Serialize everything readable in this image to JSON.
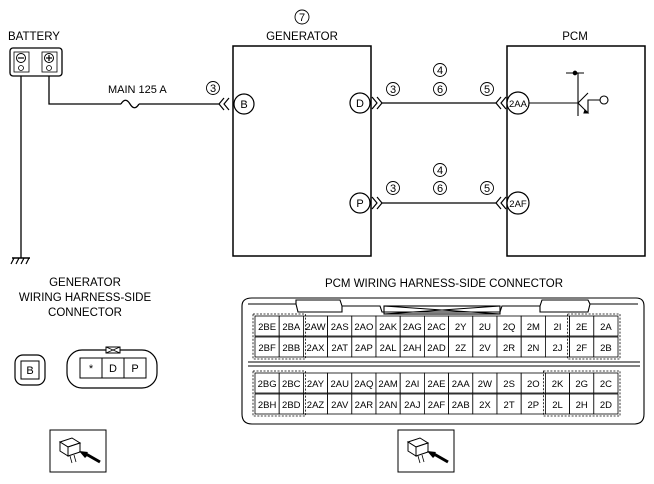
{
  "labels": {
    "battery": "BATTERY",
    "generator": "GENERATOR",
    "generator_num": "7",
    "pcm": "PCM",
    "fuse": "MAIN 125 A",
    "gen_conn_title": [
      "GENERATOR",
      "WIRING HARNESS-SIDE",
      "CONNECTOR"
    ],
    "pcm_conn_title": "PCM WIRING HARNESS-SIDE CONNECTOR"
  },
  "battery_terminals": [
    "⊖",
    "⊕"
  ],
  "generator_terminals": {
    "b": "B",
    "d": "D",
    "p": "P"
  },
  "circled_numbers": {
    "b_wire": "3",
    "d_wire": [
      "3",
      "4",
      "6",
      "5"
    ],
    "p_wire": [
      "3",
      "4",
      "6",
      "5"
    ]
  },
  "pcm_terminals": {
    "aa": "2AA",
    "af": "2AF"
  },
  "gen_connector": {
    "single": "B",
    "pins": [
      "*",
      "D",
      "P"
    ]
  },
  "pcm_connector": {
    "rows": [
      [
        "2BE",
        "2BA",
        "2AW",
        "2AS",
        "2AO",
        "2AK",
        "2AG",
        "2AC",
        "2Y",
        "2U",
        "2Q",
        "2M",
        "2I",
        "2E",
        "2A"
      ],
      [
        "2BF",
        "2BB",
        "2AX",
        "2AT",
        "2AP",
        "2AL",
        "2AH",
        "2AD",
        "2Z",
        "2V",
        "2R",
        "2N",
        "2J",
        "2F",
        "2B"
      ],
      [
        "2BG",
        "2BC",
        "2AY",
        "2AU",
        "2AQ",
        "2AM",
        "2AI",
        "2AE",
        "2AA",
        "2W",
        "2S",
        "2O",
        "2K",
        "2G",
        "2C"
      ],
      [
        "2BH",
        "2BD",
        "2AZ",
        "2AV",
        "2AR",
        "2AN",
        "2AJ",
        "2AF",
        "2AB",
        "2X",
        "2T",
        "2P",
        "2L",
        "2H",
        "2D"
      ]
    ]
  }
}
